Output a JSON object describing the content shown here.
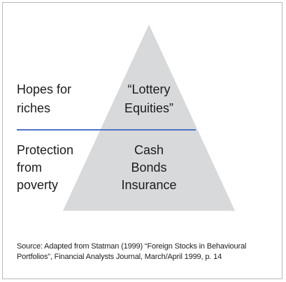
{
  "diagram": {
    "upper_left_label": [
      "Hopes for",
      "riches"
    ],
    "upper_pyramid_label": [
      "“Lottery",
      "Equities”"
    ],
    "lower_left_label": [
      "Protection",
      "from",
      "poverty"
    ],
    "lower_pyramid_label": [
      "Cash",
      "Bonds",
      "Insurance"
    ],
    "source_lines": [
      "Source: Adapted from Statman (1999) “Foreign Stocks in Behavioural",
      "Portfolios”, Financial Analysts Journal, March/April 1999, p. 14"
    ],
    "colors": {
      "pyramid_fill": "#d8d9db",
      "divider_line": "#4d73c8",
      "border": "#b9b9b9",
      "text": "#1b1b1b"
    }
  }
}
